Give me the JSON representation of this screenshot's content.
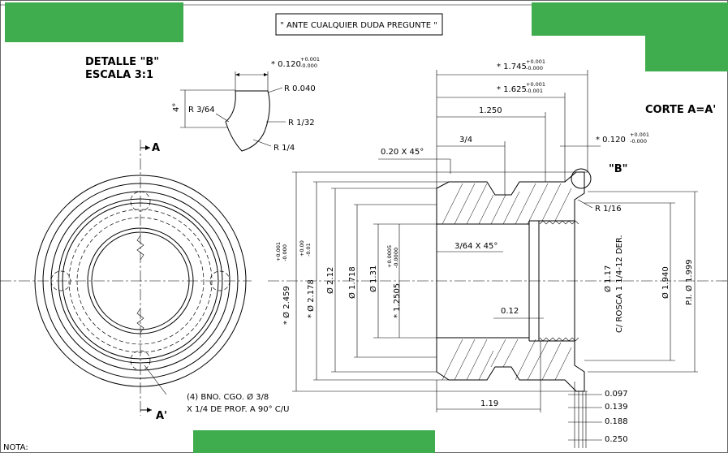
{
  "notice": "\" ANTE CUALQUIER DUDA PREGUNTE \"",
  "detail": {
    "title": "DETALLE \"B\"",
    "scale": "ESCALA 3:1",
    "dim_top": "* 0.120",
    "dim_top_tol_plus": "+0.001",
    "dim_top_tol_minus": "-0.000",
    "r1": "R 0.040",
    "r2": "R 3/64",
    "r3": "R 1/32",
    "r4": "R 1/4",
    "height": "4°"
  },
  "front_view": {
    "section_label_top": "A",
    "section_label_bottom": "A'",
    "holes_note_line1": "(4) BNO. CGO. Ø 3/8",
    "holes_note_line2": "X 1/4 DE PROF. A 90° C/U"
  },
  "section": {
    "title": "CORTE A=A'",
    "detail_callout": "\"B\"",
    "dim_1745": "* 1.745",
    "dim_1745_tol_plus": "+0.001",
    "dim_1745_tol_minus": "-0.000",
    "dim_1625": "* 1.625",
    "dim_1625_tol_plus": "+0.001",
    "dim_1625_tol_minus": "-0.001",
    "dim_1250": "1.250",
    "dim_3_4": "3/4",
    "chamfer_020": "0.20 X 45°",
    "dim_0120": "* 0.120",
    "dim_0120_tol_plus": "+0.001",
    "dim_0120_tol_minus": "-0.000",
    "r_1_16": "R 1/16",
    "chamfer_3_64": "3/64 X 45°",
    "dim_012": "0.12",
    "dim_119": "1.19",
    "dim_0097": "0.097",
    "dim_0139": "0.139",
    "dim_0188": "0.188",
    "dim_0250": "0.250",
    "dia_2459": "* Ø 2.459",
    "dia_2459_tol_plus": "+0.001",
    "dia_2459_tol_minus": "-0.000",
    "dia_2178": "* Ø 2.178",
    "dia_2178_tol_plus": "+0.00",
    "dia_2178_tol_minus": "-0.01",
    "dia_212": "Ø 2.12",
    "dia_1718": "Ø 1.718",
    "dia_131": "Ø 1.31",
    "dia_12505": "* 1.2505",
    "dia_12505_tol_plus": "+0.0005",
    "dia_12505_tol_minus": "-0.0000",
    "dia_117": "Ø 1.17",
    "thread": "C/ ROSCA 1 1/4-12 DER.",
    "dia_1940": "Ø 1.940",
    "dia_1999": "P.I. Ø 1.999"
  },
  "note_label": "NOTA:",
  "colors": {
    "redaction_green": "#3fac4d",
    "ink": "#000000",
    "paper": "#ffffff"
  }
}
